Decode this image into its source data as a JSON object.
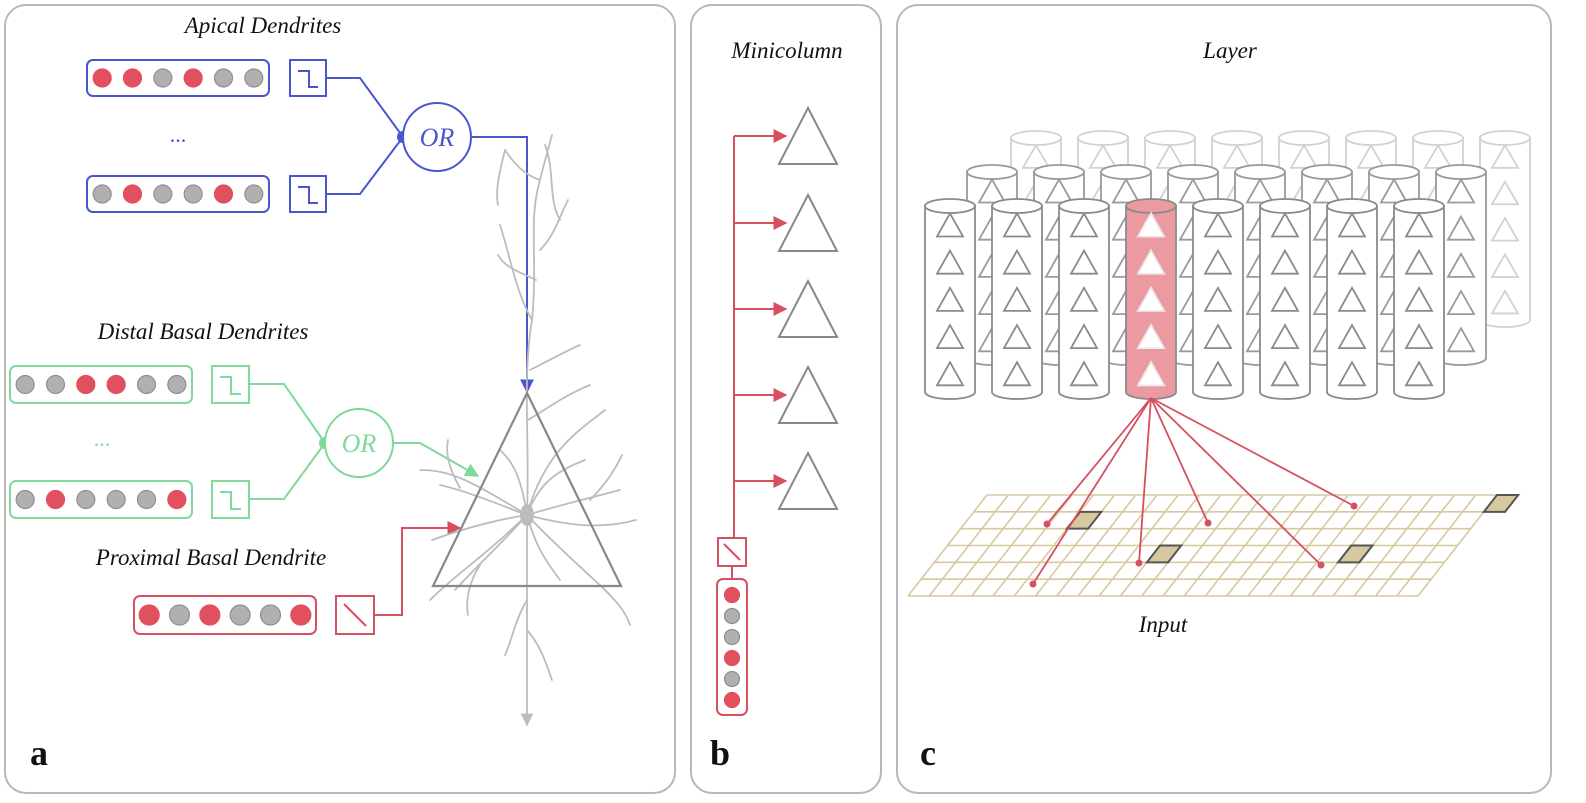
{
  "panels": {
    "a": {
      "letter": "a",
      "apical_label": "Apical Dendrites",
      "distal_label": "Distal Basal Dendrites",
      "proximal_label": "Proximal Basal Dendrite",
      "or_gate_label": "OR",
      "ellipsis": "...",
      "apical_segments": [
        [
          1,
          1,
          0,
          1,
          0,
          0
        ],
        [
          0,
          1,
          0,
          0,
          1,
          0
        ]
      ],
      "distal_segments": [
        [
          0,
          0,
          1,
          1,
          0,
          0
        ],
        [
          0,
          1,
          0,
          0,
          0,
          1
        ]
      ],
      "proximal_segment": [
        1,
        0,
        1,
        0,
        0,
        1
      ]
    },
    "b": {
      "letter": "b",
      "title": "Minicolumn",
      "input_bits": [
        1,
        0,
        0,
        1,
        0,
        1
      ]
    },
    "c": {
      "letter": "c",
      "title": "Layer",
      "input_label": "Input"
    }
  },
  "colors": {
    "apical": "#4a56cc",
    "distal": "#7fd99a",
    "proximal": "#d6505f",
    "active_bit": "#e0505f",
    "inactive_bit": "#b0b0b0",
    "neuron": "#888888",
    "dendrite_tree": "#bcbcbc",
    "grid": "#d8c8a0",
    "highlight_column": "#ec9aa2"
  },
  "icons": {
    "threshold": "step-threshold-icon",
    "linear": "linear-transfer-icon",
    "neuron": "triangle-neuron-icon"
  }
}
